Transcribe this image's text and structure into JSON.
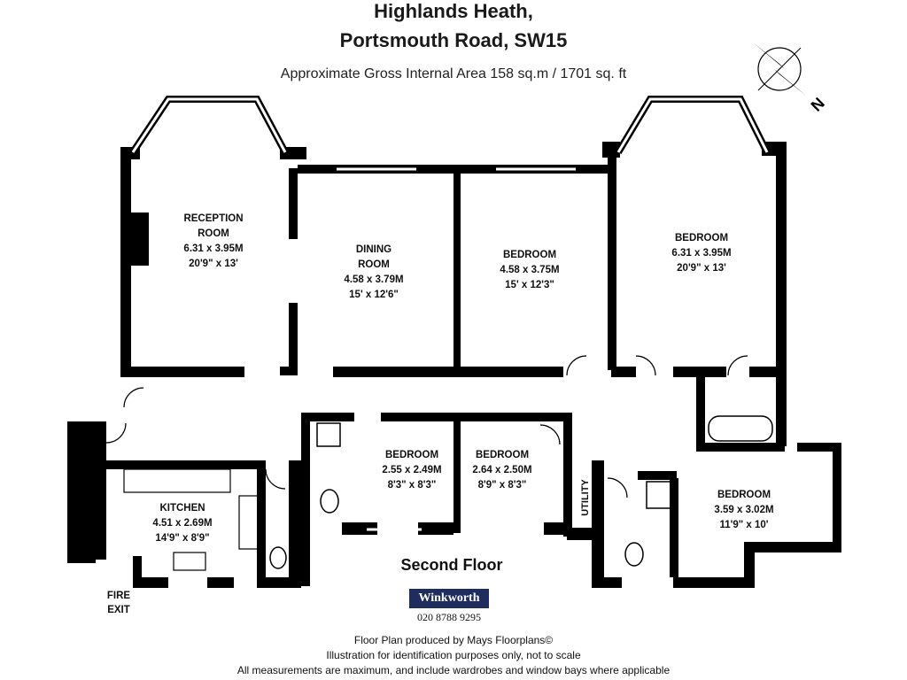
{
  "header": {
    "title_line1": "Highlands Heath,",
    "title_line2": "Portsmouth Road, SW15",
    "area": "Approximate Gross Internal Area 158 sq.m  /  1701 sq. ft"
  },
  "compass": {
    "label": "N"
  },
  "rooms": {
    "reception": {
      "l1": "RECEPTION",
      "l2": "ROOM",
      "dim_m": "6.31 x 3.95M",
      "dim_ft": "20'9\" x 13'"
    },
    "dining": {
      "l1": "DINING",
      "l2": "ROOM",
      "dim_m": "4.58 x 3.79M",
      "dim_ft": "15' x 12'6\""
    },
    "bedroom_mid": {
      "l1": "BEDROOM",
      "dim_m": "4.58 x 3.75M",
      "dim_ft": "15' x 12'3\""
    },
    "bedroom_right": {
      "l1": "BEDROOM",
      "dim_m": "6.31 x 3.95M",
      "dim_ft": "20'9\" x 13'"
    },
    "bedroom_small1": {
      "l1": "BEDROOM",
      "dim_m": "2.55 x 2.49M",
      "dim_ft": "8'3\" x 8'3\""
    },
    "bedroom_small2": {
      "l1": "BEDROOM",
      "dim_m": "2.64 x 2.50M",
      "dim_ft": "8'9\" x 8'3\""
    },
    "bedroom_se": {
      "l1": "BEDROOM",
      "dim_m": "3.59 x 3.02M",
      "dim_ft": "11'9\" x 10'"
    },
    "kitchen": {
      "l1": "KITCHEN",
      "dim_m": "4.51 x 2.69M",
      "dim_ft": "14'9\" x 8'9\""
    },
    "utility": {
      "l1": "UTILITY"
    }
  },
  "fire_exit": {
    "l1": "FIRE",
    "l2": "EXIT"
  },
  "floor_label": "Second Floor",
  "agent": {
    "name": "Winkworth",
    "phone": "020 8788 9295"
  },
  "footer": {
    "line1": "Floor Plan produced by Mays Floorplans©",
    "line2": "Illustration for identification purposes only, not to scale",
    "line3": "All measurements are maximum, and include wardrobes and window bays where applicable"
  },
  "colors": {
    "wall": "#000000",
    "window": "#ffffff",
    "agent_bg": "#1f2c5e"
  }
}
